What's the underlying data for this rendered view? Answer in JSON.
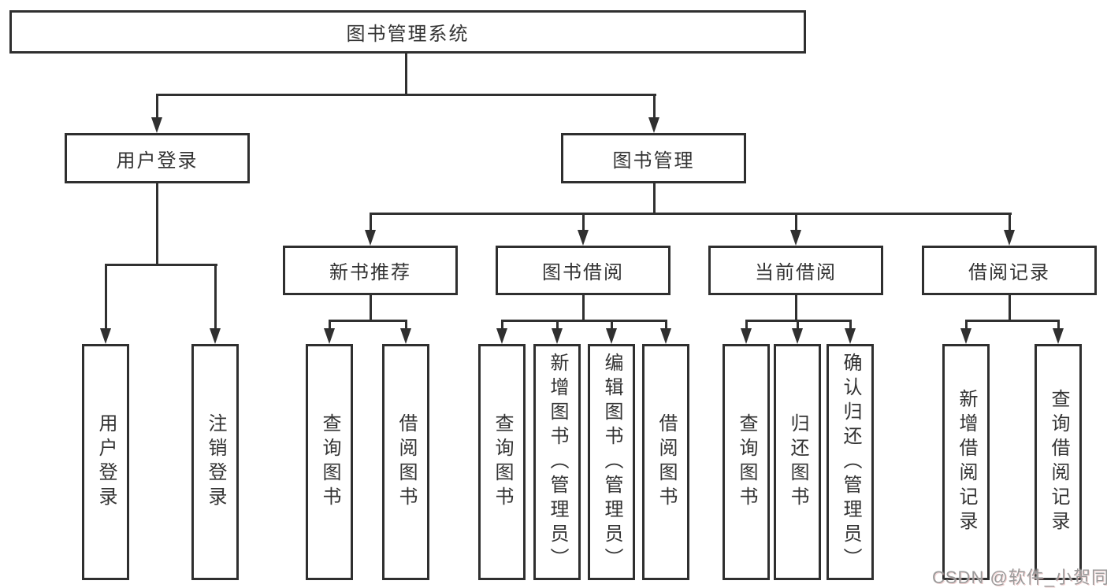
{
  "nodes": {
    "root": "图书管理系统",
    "user_login": "用户登录",
    "book_management": "图书管理",
    "new_book_recommend": "新书推荐",
    "book_borrow": "图书借阅",
    "current_borrow": "当前借阅",
    "borrow_record": "借阅记录",
    "leaf_user_login": "用户登录",
    "leaf_logout": "注销登录",
    "leaf_query_book_1": "查询图书",
    "leaf_borrow_book_1": "借阅图书",
    "leaf_query_book_2": "查询图书",
    "leaf_add_book": "新增图书（管理员）",
    "leaf_edit_book": "编辑图书（管理员）",
    "leaf_borrow_book_2": "借阅图书",
    "leaf_query_book_3": "查询图书",
    "leaf_return_book": "归还图书",
    "leaf_confirm_return": "确认归还（管理员）",
    "leaf_add_borrow_record": "新增借阅记录",
    "leaf_query_borrow_record": "查询借阅记录"
  },
  "watermark": "CSDN @软件_小贺同学",
  "colors": {
    "line": "#303030",
    "box_border": "#2f2f2f",
    "text": "#333333",
    "background": "#ffffff",
    "watermark": "#9a9a9a"
  }
}
